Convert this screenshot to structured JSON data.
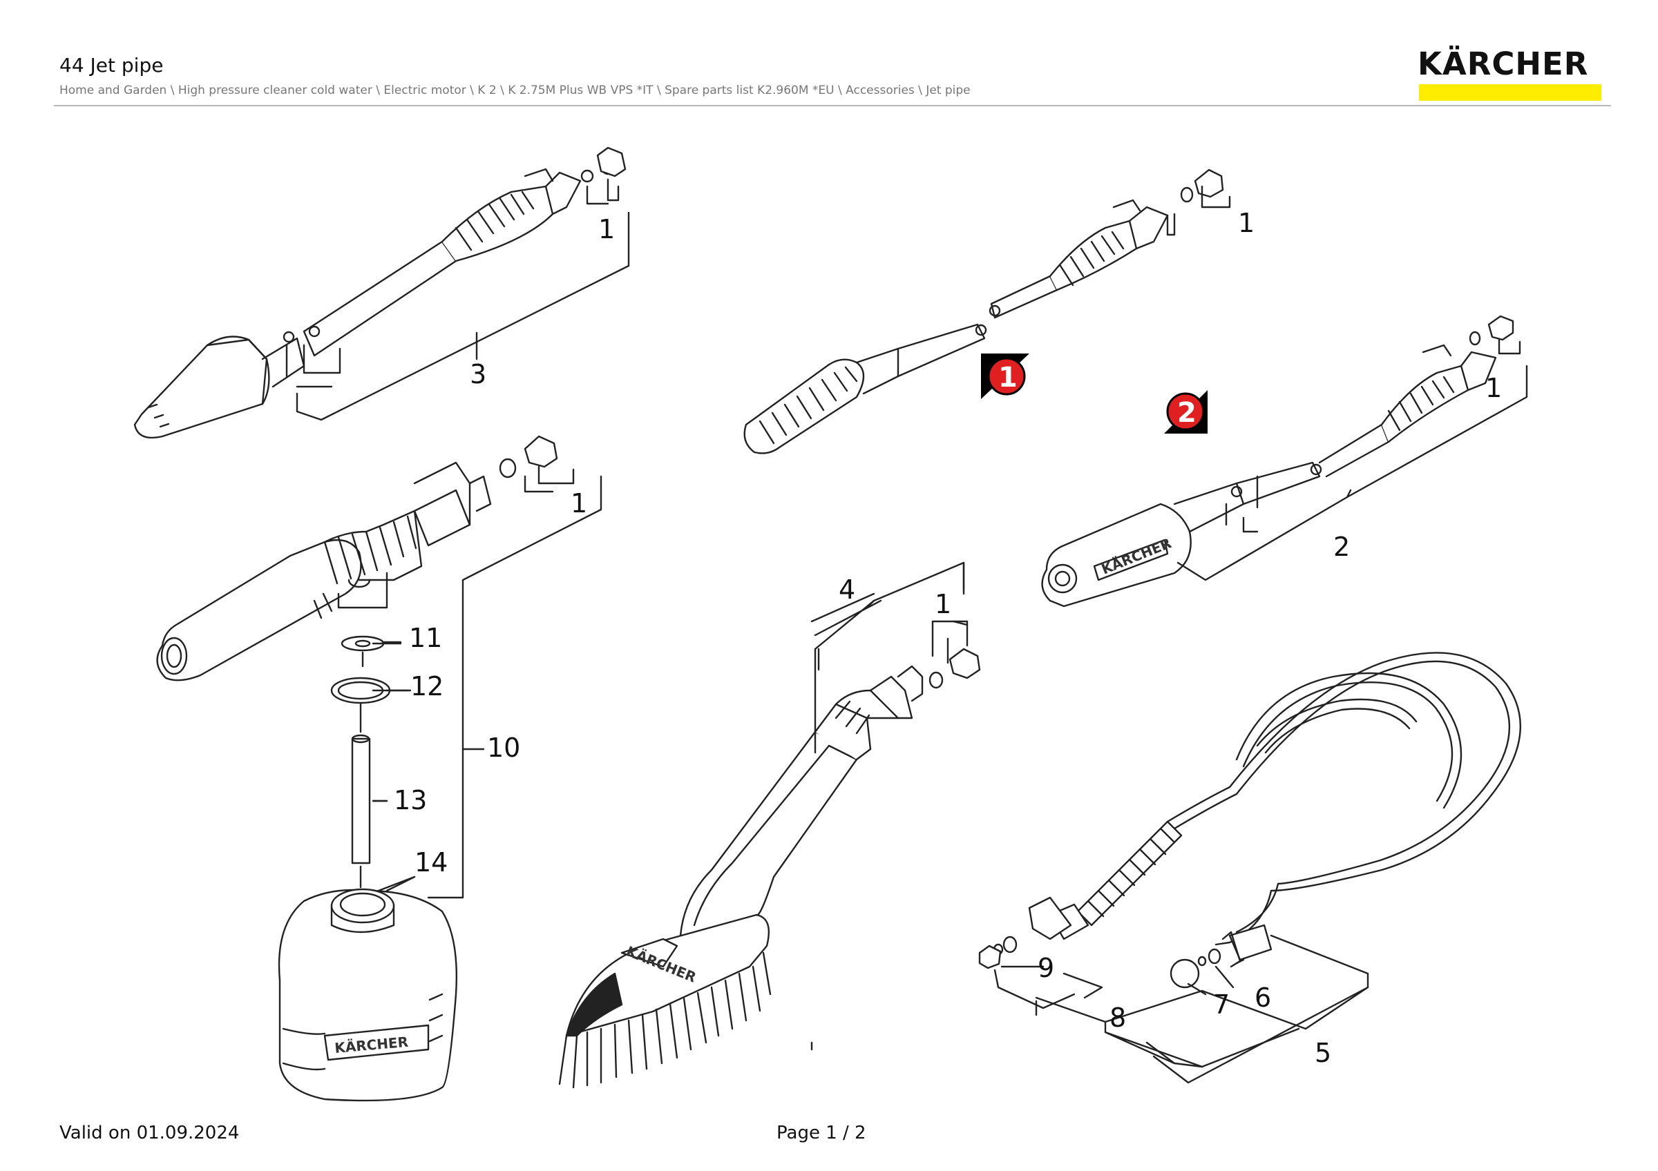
{
  "header": {
    "title": "44 Jet pipe",
    "breadcrumb": "Home and Garden \\ High pressure cleaner cold water \\ Electric motor \\ K 2 \\ K 2.75M Plus WB VPS *IT \\ Spare parts list K2.960M *EU \\ Accessories \\ Jet pipe"
  },
  "logo": {
    "text": "KÄRCHER",
    "bar_color": "#ffed00"
  },
  "drawing": {
    "part_labels": {
      "p1a": "1",
      "p1b": "1",
      "p1c": "1",
      "p1d": "1",
      "p1e": "1",
      "p2": "2",
      "p3": "3",
      "p4": "4",
      "p5": "5",
      "p6": "6",
      "p7": "7",
      "p8": "8",
      "p9": "9",
      "p10": "10",
      "p11": "11",
      "p12": "12",
      "p13": "13",
      "p14": "14"
    },
    "markers": {
      "m1": "1",
      "m2": "2"
    },
    "marker_color": "#e02020",
    "brand_prints": {
      "tank": "KÄRCHER",
      "handle": "KÄRCHER",
      "brush": "KÄRCHER"
    }
  },
  "footer": {
    "valid": "Valid on 01.09.2024",
    "page": "Page 1 / 2"
  }
}
